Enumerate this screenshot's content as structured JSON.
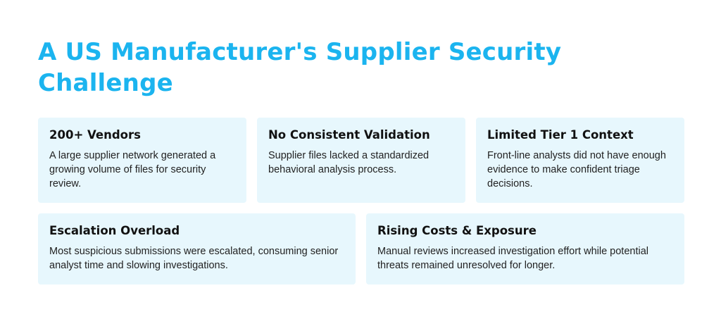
{
  "title": "A US Manufacturer's Supplier Security Challenge",
  "cards": [
    {
      "title": "200+ Vendors",
      "text": "A large supplier network generated a growing volume of files for security review."
    },
    {
      "title": "No Consistent Validation",
      "text": "Supplier files lacked a standardized behavioral analysis process."
    },
    {
      "title": "Limited Tier 1 Context",
      "text": "Front-line analysts did not have enough evidence to make confident triage decisions."
    },
    {
      "title": "Escalation Overload",
      "text": "Most suspicious submissions were escalated, consuming senior analyst time and slowing investigations."
    },
    {
      "title": "Rising Costs & Exposure",
      "text": "Manual reviews increased investigation effort while potential threats remained unresolved for longer."
    }
  ],
  "colors": {
    "title": "#1bb4ef",
    "card_background": "#e7f7fd",
    "card_title": "#111111",
    "card_text": "#222222"
  }
}
